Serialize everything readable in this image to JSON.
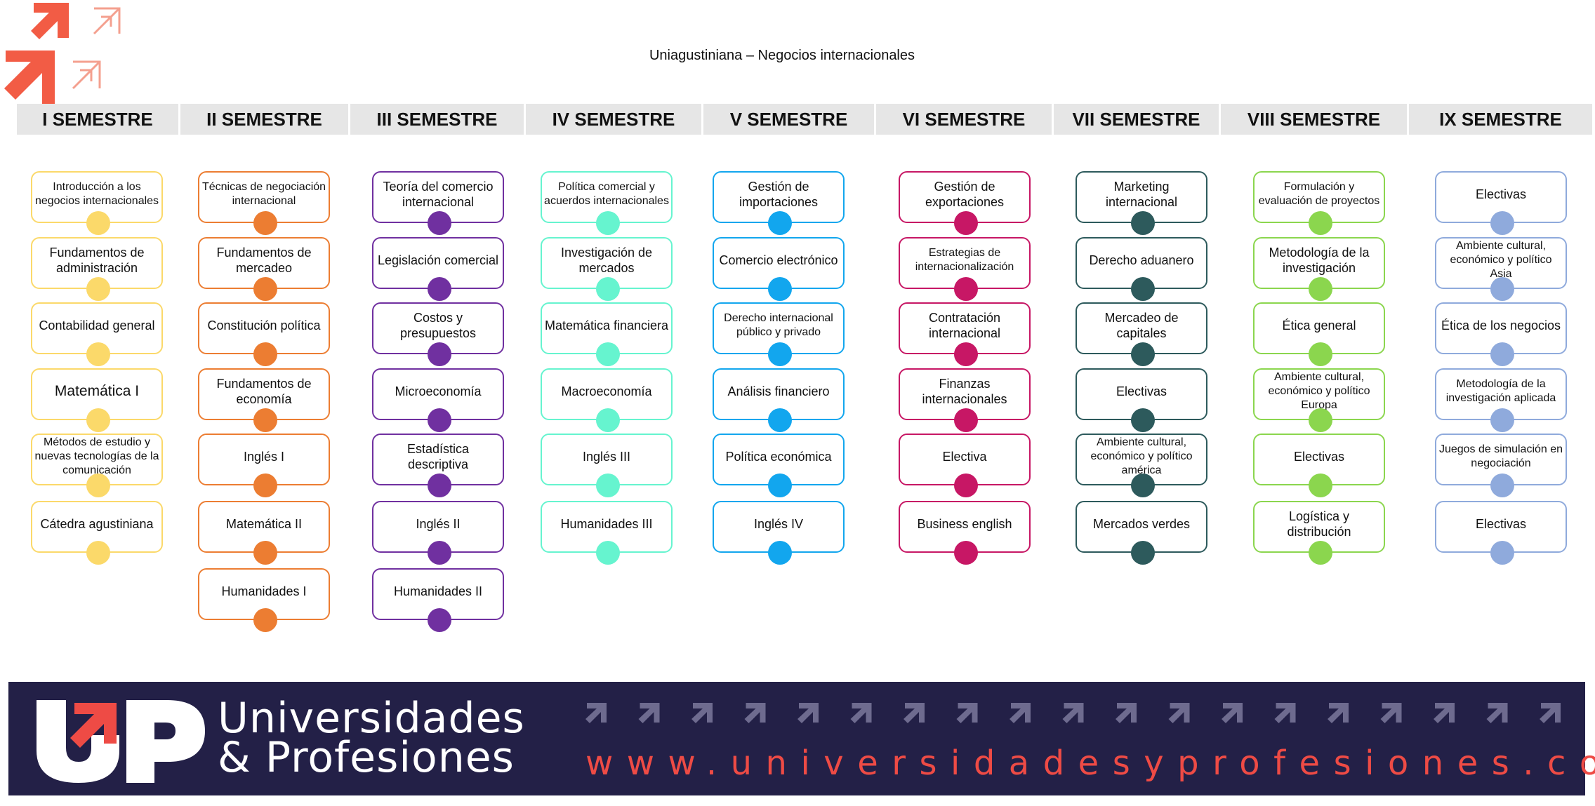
{
  "title": "Uniagustiniana – Negocios internacionales",
  "colors": {
    "header_band": "#e6e6e6",
    "footer_bg": "#232047",
    "brand_accent": "#ee4b45",
    "corner_logo": "#f25c45"
  },
  "semesters": [
    {
      "header": "I SEMESTRE",
      "color": "#fbd96a",
      "courses": [
        "Introducción a los negocios internacionales",
        "Fundamentos de administración",
        "Contabilidad general",
        "Matemática I",
        "Métodos de estudio y nuevas tecnologías de la comunicación",
        "Cátedra agustiniana"
      ]
    },
    {
      "header": "II SEMESTRE",
      "color": "#ec7d32",
      "courses": [
        "Técnicas de negociación internacional",
        "Fundamentos de mercadeo",
        "Constitución política",
        "Fundamentos de economía",
        "Inglés I",
        "Matemática II",
        "Humanidades I"
      ]
    },
    {
      "header": "III SEMESTRE",
      "color": "#7030a0",
      "courses": [
        "Teoría del comercio internacional",
        "Legislación comercial",
        "Costos y presupuestos",
        "Microeconomía",
        "Estadística descriptiva",
        "Inglés II",
        "Humanidades II"
      ]
    },
    {
      "header": "IV SEMESTRE",
      "color": "#66f4cf",
      "courses": [
        "Política comercial y acuerdos internacionales",
        "Investigación de mercados",
        "Matemática financiera",
        "Macroeconomía",
        "Inglés III",
        "Humanidades III"
      ]
    },
    {
      "header": "V SEMESTRE",
      "color": "#12a6ee",
      "courses": [
        "Gestión de importaciones",
        "Comercio electrónico",
        "Derecho internacional público y privado",
        "Análisis financiero",
        "Política económica",
        "Inglés IV"
      ]
    },
    {
      "header": "VI SEMESTRE",
      "color": "#c71765",
      "courses": [
        "Gestión de exportaciones",
        "Estrategias de internacionalización",
        "Contratación internacional",
        "Finanzas internacionales",
        "Electiva",
        "Business english"
      ]
    },
    {
      "header": "VII SEMESTRE",
      "color": "#2d5a5c",
      "courses": [
        "Marketing internacional",
        "Derecho aduanero",
        "Mercadeo de capitales",
        "Electivas",
        "Ambiente cultural, económico y político américa",
        "Mercados verdes"
      ]
    },
    {
      "header": "VIII SEMESTRE",
      "color": "#8bd64e",
      "courses": [
        "Formulación y evaluación de proyectos",
        "Metodología de la investigación",
        "Ética general",
        "Ambiente cultural, económico y político Europa",
        "Electivas",
        "Logística y distribución"
      ]
    },
    {
      "header": "IX SEMESTRE",
      "color": "#8faadc",
      "courses": [
        "Electivas",
        "Ambiente cultural, económico y político Asia",
        "Ética de los negocios",
        "Metodología de la investigación aplicada",
        "Juegos de simulación en negociación",
        "Electivas"
      ]
    }
  ],
  "footer": {
    "logo_text": "UP",
    "brand_line_1": "Universidades",
    "brand_line_2": "& Profesiones",
    "url": "www.universidadesyprofesiones.com"
  },
  "icons": {
    "corner": "arrow-up-right-icon",
    "footer_row": "arrow-up-right-icon"
  }
}
